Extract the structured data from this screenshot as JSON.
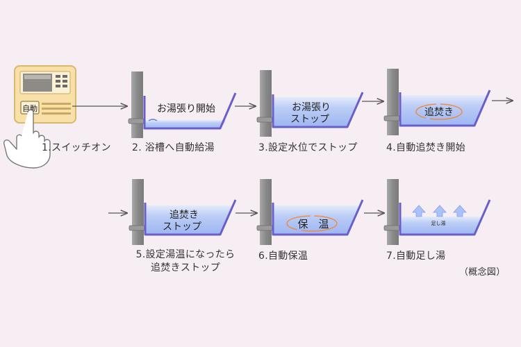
{
  "steps": [
    {
      "caption": "1.スイッチオン",
      "button_label": "自動"
    },
    {
      "caption": "2. 浴槽へ自動給湯",
      "tub_label": "お湯張り開始"
    },
    {
      "caption": "3.設定水位でストップ",
      "tub_label_1": "お湯張り",
      "tub_label_2": "ストップ"
    },
    {
      "caption": "4.自動追焚き開始",
      "tub_label": "追焚き"
    },
    {
      "caption_1": "5.設定湯温になったら",
      "caption_2": "追焚きストップ",
      "tub_label_1": "追焚き",
      "tub_label_2": "ストップ"
    },
    {
      "caption": "6.自動保温",
      "tub_label": "保　温"
    },
    {
      "caption": "7.自動足し湯",
      "tub_label": "足し湯"
    }
  ],
  "note": "（概念図）",
  "colors": {
    "background": "#f7eef3",
    "water": "#a9bff5",
    "tub_outline": "#6a5fc9",
    "wall": "#8c8c8c",
    "arrow": "#555555",
    "heat_ring": "#f08a3a",
    "remote_body": "#f8e0a8"
  }
}
